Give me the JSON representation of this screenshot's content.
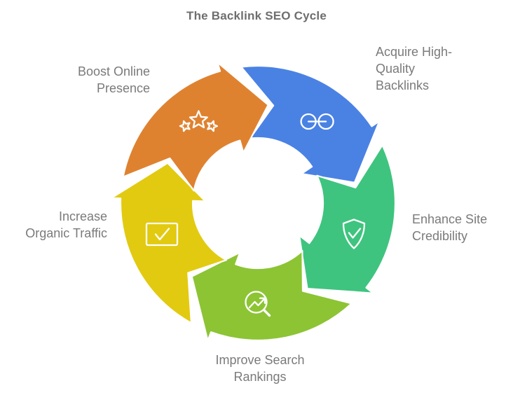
{
  "title": "The Backlink SEO Cycle",
  "diagram": {
    "type": "cycle",
    "direction": "clockwise",
    "title_color": "#6e6e6e",
    "label_color": "#7a7a7a",
    "segments": [
      {
        "id": "acquire-backlinks",
        "label": "Acquire High-Quality Backlinks",
        "color": "#4A82E4",
        "icon": "link-icon"
      },
      {
        "id": "enhance-credibility",
        "label": "Enhance Site Credibility",
        "color": "#3EC47E",
        "icon": "shield-check-icon"
      },
      {
        "id": "improve-rankings",
        "label": "Improve Search Rankings",
        "color": "#8CC434",
        "icon": "search-trend-icon"
      },
      {
        "id": "increase-traffic",
        "label": "Increase Organic Traffic",
        "color": "#E2CA10",
        "icon": "checkbox-icon"
      },
      {
        "id": "boost-presence",
        "label": "Boost Online Presence",
        "color": "#DF8230",
        "icon": "stars-icon"
      }
    ]
  }
}
